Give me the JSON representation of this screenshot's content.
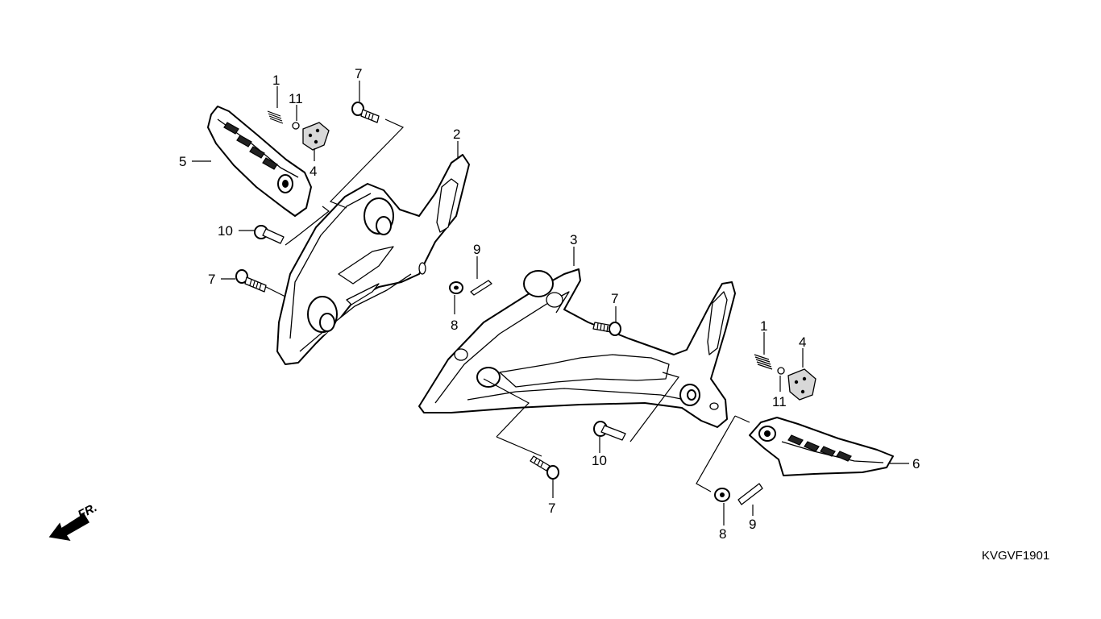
{
  "diagram": {
    "code": "KVGVF1901",
    "front_label": "FR.",
    "callouts": {
      "c1_left": "1",
      "c11_left": "11",
      "c7_top": "7",
      "c2": "2",
      "c5": "5",
      "c4_left": "4",
      "c10_left": "10",
      "c7_left": "7",
      "c9_mid": "9",
      "c8_mid": "8",
      "c3": "3",
      "c7_mid": "7",
      "c1_right": "1",
      "c4_right": "4",
      "c11_right": "11",
      "c6": "6",
      "c10_right": "10",
      "c7_bottom": "7",
      "c8_right": "8",
      "c9_right": "9"
    }
  }
}
